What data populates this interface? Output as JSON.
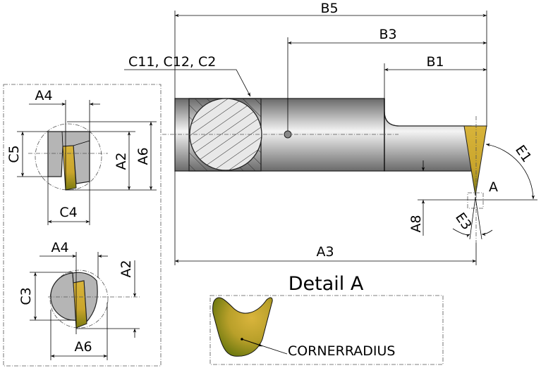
{
  "labels": {
    "b5": "B5",
    "b3": "B3",
    "b1": "B1",
    "c_group": "C11, C12, C2",
    "a3": "A3",
    "a8": "A8",
    "e1": "E1",
    "e3": "E3",
    "a": "A",
    "detail_title": "Detail A",
    "corner_radius": "CORNERRADIUS",
    "view1": {
      "a4": "A4",
      "c5": "C5",
      "a2": "A2",
      "a6": "A6",
      "c4": "C4"
    },
    "view2": {
      "a4": "A4",
      "c3": "C3",
      "a2": "A2",
      "a6": "A6"
    }
  },
  "colors": {
    "insert": "#d4b236",
    "insert_dark": "#7a7a10",
    "body": "#8a8a8a"
  }
}
